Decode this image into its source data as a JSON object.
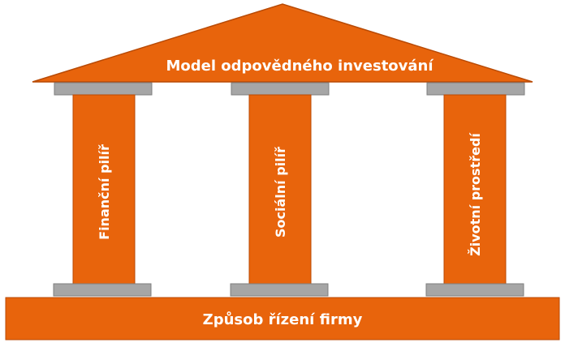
{
  "diagram": {
    "roof_label": "Model odpovědného investování",
    "pillars": [
      {
        "label": "Finanční pilíř"
      },
      {
        "label": "Sociální pilíř"
      },
      {
        "label": "Životní prostředí"
      }
    ],
    "base_label": "Způsob řízení firmy"
  },
  "colors": {
    "orange": "#E8640C",
    "orange_edge": "#B84A05",
    "gray": "#A6A6A6",
    "gray_edge": "#7F7F7F",
    "text": "#FFFFFF"
  }
}
